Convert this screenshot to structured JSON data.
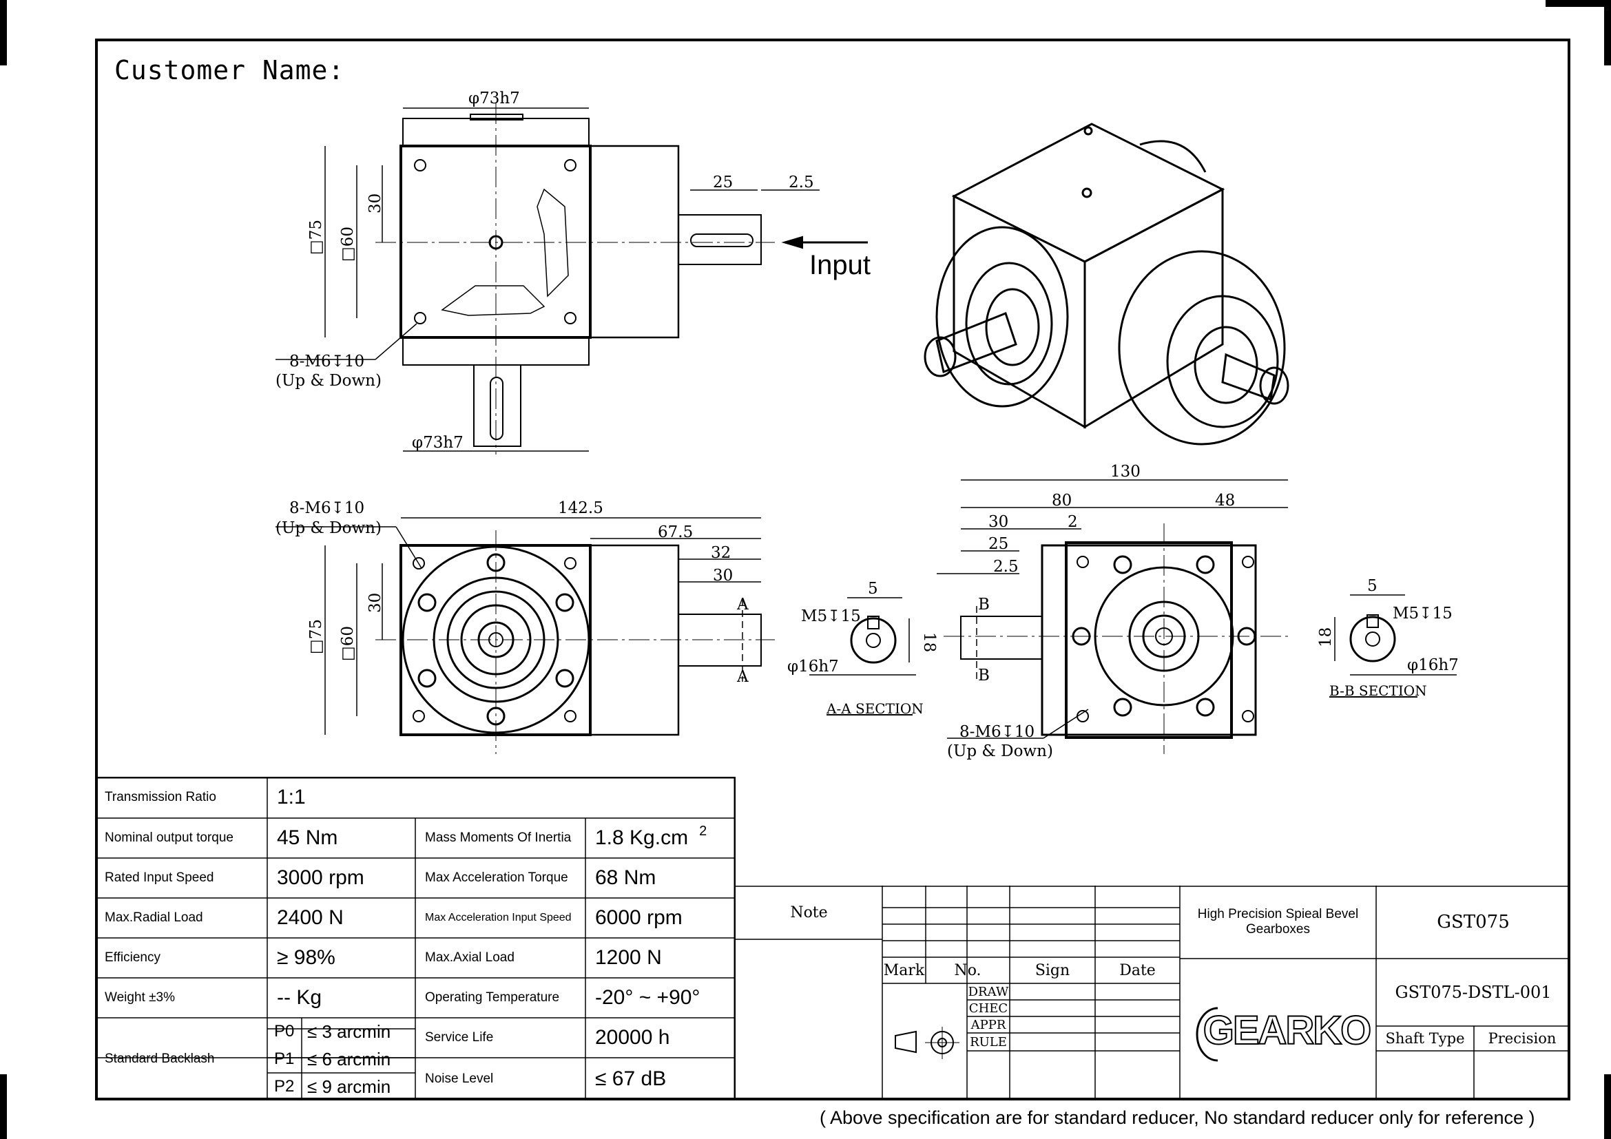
{
  "header": {
    "customer_label": "Customer Name:"
  },
  "dimensions": {
    "top_view": {
      "diameter_top": "φ73h7",
      "diameter_bottom": "φ73h7",
      "square_outer": "□75",
      "square_inner": "□60",
      "offset": "30",
      "shaft_len": "25",
      "shaft_gap": "2.5",
      "thread": "8-M6↧10",
      "thread_note": "(Up & Down)",
      "input_label": "Input"
    },
    "front_view": {
      "thread": "8-M6↧10",
      "thread_note": "(Up & Down)",
      "overall": "142.5",
      "flange_len": "67.5",
      "shaft_32": "32",
      "shaft_30": "30",
      "square_outer": "□75",
      "square_inner": "□60",
      "offset": "30",
      "section_mark": "A"
    },
    "section_aa": {
      "key_width": "5",
      "thread": "M5↧15",
      "height": "18",
      "diameter": "φ16h7",
      "title": "A-A SECTION"
    },
    "side_view": {
      "overall": "130",
      "left": "80",
      "right": "48",
      "d30": "30",
      "d2": "2",
      "d25": "25",
      "d25b": "2.5",
      "section_mark": "B",
      "thread": "8-M6↧10",
      "thread_note": "(Up & Down)"
    },
    "section_bb": {
      "key_width": "5",
      "thread": "M5↧15",
      "height": "18",
      "diameter": "φ16h7",
      "title": "B-B SECTION"
    }
  },
  "specs": {
    "transmission_ratio": {
      "label": "Transmission Ratio",
      "value": "1:1"
    },
    "nominal_torque": {
      "label": "Nominal output torque",
      "value": "45 Nm"
    },
    "rated_speed": {
      "label": "Rated Input Speed",
      "value": "3000 rpm"
    },
    "radial_load": {
      "label": "Max.Radial Load",
      "value": "2400 N"
    },
    "efficiency": {
      "label": "Efficiency",
      "value": "≥ 98%"
    },
    "weight": {
      "label": "Weight ±3%",
      "value": "-- Kg"
    },
    "backlash": {
      "label": "Standard Backlash",
      "rows": [
        {
          "grade": "P0",
          "value": "≤ 3 arcmin"
        },
        {
          "grade": "P1",
          "value": "≤ 6 arcmin"
        },
        {
          "grade": "P2",
          "value": "≤ 9 arcmin"
        }
      ]
    },
    "inertia": {
      "label": "Mass Moments Of Inertia",
      "value": "1.8 Kg.cm",
      "sup": "2"
    },
    "accel_torque": {
      "label": "Max Acceleration Torque",
      "value": "68 Nm"
    },
    "accel_speed": {
      "label": "Max Acceleration Input Speed",
      "value": "6000 rpm"
    },
    "axial_load": {
      "label": "Max.Axial Load",
      "value": "1200 N"
    },
    "temperature": {
      "label": "Operating Temperature",
      "value": "-20° ~ +90°"
    },
    "service_life": {
      "label": "Service Life",
      "value": "20000 h"
    },
    "noise": {
      "label": "Noise Level",
      "value": "≤ 67 dB"
    }
  },
  "title_block": {
    "note": "Note",
    "mark": "Mark",
    "no": "No.",
    "sign": "Sign",
    "date": "Date",
    "draw": "DRAW",
    "chec": "CHEC",
    "appr": "APPR",
    "rule": "RULE",
    "product_name": "High Precision Spieal Bevel Gearboxes",
    "model": "GST075",
    "drawing_no": "GST075-DSTL-001",
    "shaft_type": "Shaft Type",
    "precision": "Precision",
    "logo": "GEARKO"
  },
  "footer": "( Above specification are for standard reducer, No standard reducer only for reference )"
}
